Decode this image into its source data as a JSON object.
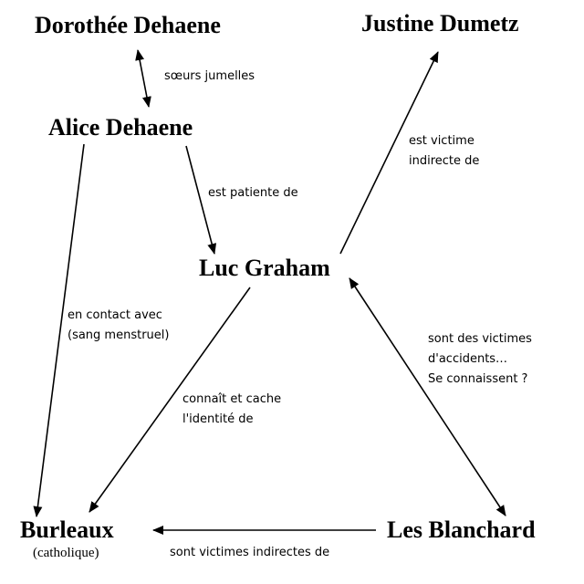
{
  "nodes": {
    "dorothee": "Dorothée Dehaene",
    "justine": "Justine Dumetz",
    "alice": "Alice Dehaene",
    "luc": "Luc Graham",
    "burleaux": "Burleaux",
    "burleaux_note": "(catholique)",
    "blanchard": "Les Blanchard"
  },
  "edges": {
    "soeurs": [
      "sœurs jumelles"
    ],
    "patiente": [
      "est patiente de"
    ],
    "victime_indirecte": [
      "est victime",
      "indirecte de"
    ],
    "contact": [
      "en contact avec",
      "(sang menstruel)"
    ],
    "cache": [
      "connaît et cache",
      "l'identité de"
    ],
    "accidents": [
      "sont des victimes",
      "d'accidents…",
      "Se connaissent ?"
    ],
    "victimes_indirectes": [
      "sont victimes indirectes de"
    ]
  },
  "colors": {
    "ink": "#000000",
    "background": "#ffffff"
  }
}
